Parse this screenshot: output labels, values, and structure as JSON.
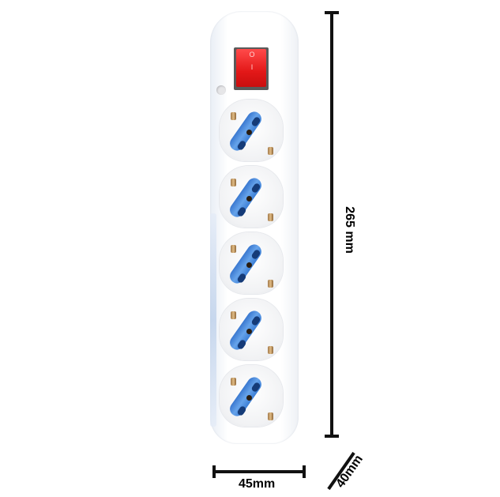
{
  "product": {
    "name": "power-strip",
    "outlet_count": 5,
    "switch_labels": {
      "off": "O",
      "on": "I"
    },
    "colors": {
      "body": "#ffffff",
      "switch": "#e31818",
      "socket_insert": "#4a8ee0",
      "pins": "#c79a5e"
    }
  },
  "dimensions": {
    "height": "265 mm",
    "width": "45mm",
    "depth": "40mm"
  }
}
